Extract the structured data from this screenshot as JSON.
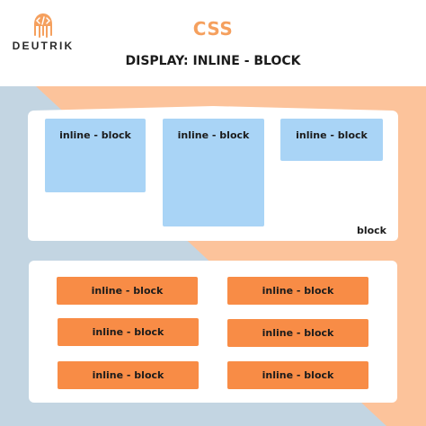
{
  "brand": {
    "name": "DEUTRIK",
    "logo_icon": "code-slash-icon"
  },
  "header": {
    "title": "CSS",
    "subtitle": "DISPLAY: INLINE - BLOCK"
  },
  "colors": {
    "accent": "#f5a05e",
    "blue_box": "#a9d4f6",
    "orange_box": "#f88c46",
    "bg_blue": "#c3d5e2",
    "bg_peach": "#fcc39b"
  },
  "top_panel": {
    "boxes": [
      "inline - block",
      "inline - block",
      "inline - block"
    ],
    "label": "block"
  },
  "bottom_panel": {
    "rows": [
      [
        "inline - block",
        "inline - block"
      ],
      [
        "inline - block",
        "inline - block"
      ],
      [
        "inline - block",
        "inline - block"
      ]
    ]
  }
}
